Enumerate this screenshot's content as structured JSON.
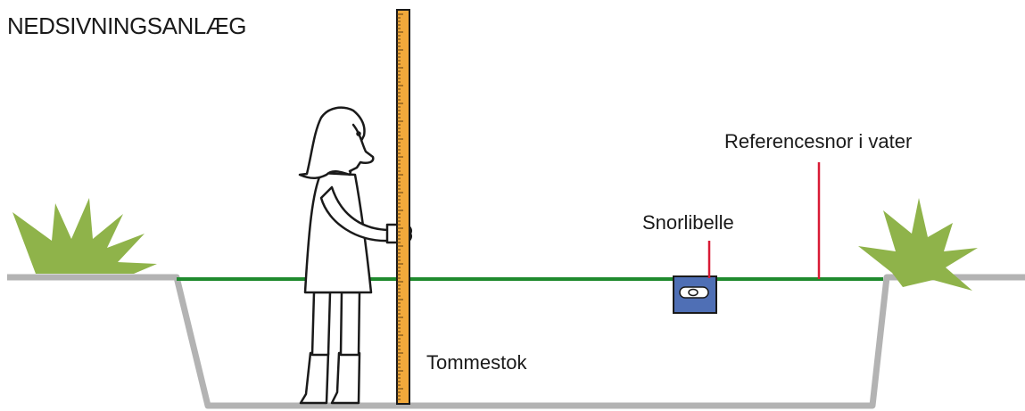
{
  "title": "NEDSIVNINGSANLÆG",
  "labels": {
    "tommestok": "Tommestok",
    "snorlibelle": "Snorlibelle",
    "referencesnor": "Referencesnor i vater"
  },
  "colors": {
    "ground": "#b3b3b3",
    "string": "#1f8a2e",
    "grass": "#8fb34a",
    "ruler": "#f2a93b",
    "level_body": "#4f6fb5",
    "marker_line": "#d81b35",
    "outline": "#1a1a1a"
  }
}
